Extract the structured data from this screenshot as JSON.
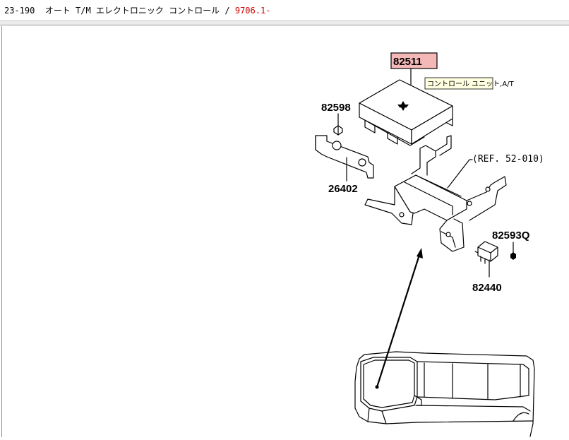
{
  "header": {
    "page_code": "23-190",
    "title": "オート T/M エレクトロニック コントロール /",
    "date": "9706.1-"
  },
  "callouts": {
    "main_part": "82511",
    "main_part_tooltip": "コントロール ユニット,A/T",
    "screw": "82598",
    "bracket": "26402",
    "ref": "(REF. 52-010)",
    "nut": "82593Q",
    "relay": "82440"
  },
  "colors": {
    "highlight": "#f4b8b8",
    "tooltip_bg": "#ffffe1",
    "date_red": "#d00000"
  }
}
